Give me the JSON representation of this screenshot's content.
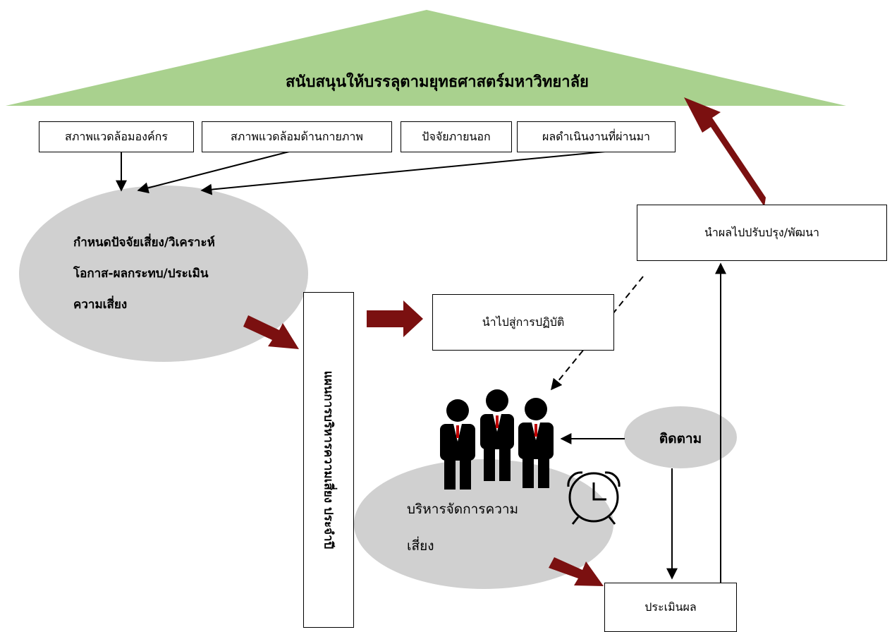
{
  "roof": {
    "title": "สนับสนุนให้บรรลุตามยุทธศาสตร์มหาวิทยาลัย"
  },
  "factors": [
    {
      "label": "สภาพแวดล้อมองค์กร"
    },
    {
      "label": "สภาพแวดล้อมด้านกายภาพ"
    },
    {
      "label": "ปัจจัยภายนอก"
    },
    {
      "label": "ผลดำเนินงานที่ผ่านมา"
    }
  ],
  "risk_analysis": {
    "line1": "กำหนดปัจจัยเสี่ยง/วิเคราะห์",
    "line2": "โอกาส-ผลกระทบ/ประเมิน",
    "line3": "ความเสี่ยง"
  },
  "annual_plan": {
    "label": "แผนการบริหารความเสี่ยง ประจำปี"
  },
  "implement": {
    "label": "นำไปสู่การปฏิบัติ"
  },
  "improve": {
    "label": "นำผลไปปรับปรุง/พัฒนา"
  },
  "monitor": {
    "label": "ติดตาม"
  },
  "manage": {
    "line1": "บริหารจัดการความ",
    "line2": "เสี่ยง"
  },
  "evaluate": {
    "label": "ประเมินผล"
  },
  "icons": [
    "people-icon",
    "alarm-clock-icon"
  ],
  "colors": {
    "roof": "#a9d18e",
    "ellipse": "#d0d0d0",
    "thick_arrow": "#7b1010"
  }
}
